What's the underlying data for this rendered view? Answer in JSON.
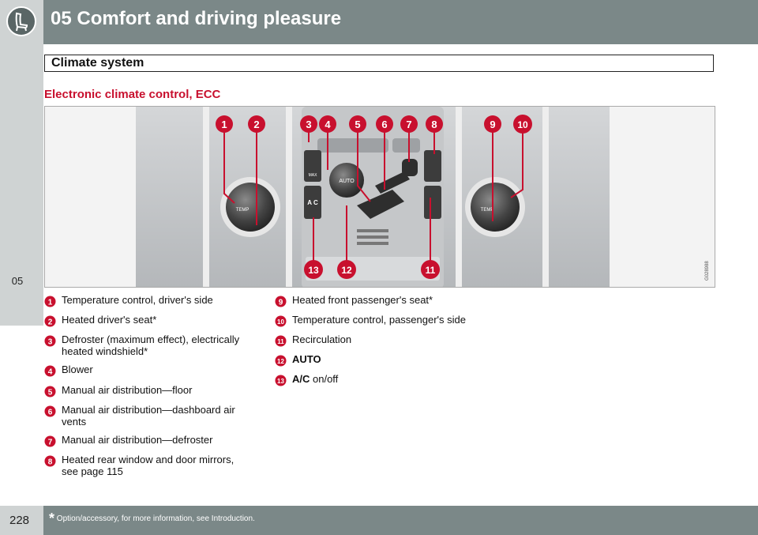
{
  "header": {
    "chapter_title": "05 Comfort and driving pleasure",
    "icon": "seat-icon"
  },
  "sidebar": {
    "chapter_number": "05"
  },
  "section": {
    "title": "Climate system"
  },
  "subheading": "Electronic climate control, ECC",
  "figure": {
    "callouts": [
      "1",
      "2",
      "3",
      "4",
      "5",
      "6",
      "7",
      "8",
      "9",
      "10",
      "11",
      "12",
      "13"
    ],
    "panel_labels": {
      "auto": "AUTO",
      "ac": "A C",
      "temp_left": "TEMP",
      "temp_right": "TEMP",
      "max": "MAX"
    },
    "figure_code": "G028988"
  },
  "legend": [
    {
      "num": "1",
      "text": "Temperature control, driver's side"
    },
    {
      "num": "2",
      "text": "Heated driver's seat*"
    },
    {
      "num": "3",
      "text": "Defroster (maximum effect), electrically heated windshield*"
    },
    {
      "num": "4",
      "text": "Blower"
    },
    {
      "num": "5",
      "text": "Manual air distribution—floor"
    },
    {
      "num": "6",
      "text": "Manual air distribution—dashboard air vents"
    },
    {
      "num": "7",
      "text": "Manual air distribution—defroster"
    },
    {
      "num": "8",
      "text": "Heated rear window and door mirrors, see page 115"
    },
    {
      "num": "9",
      "text": "Heated front passenger's seat*"
    },
    {
      "num": "10",
      "text": "Temperature control, passenger's side"
    },
    {
      "num": "11",
      "text": "Recirculation"
    },
    {
      "num": "12",
      "bold": "AUTO",
      "text": ""
    },
    {
      "num": "13",
      "bold": "A/C",
      "text": " on/off"
    }
  ],
  "footer": {
    "page_number": "228",
    "star": "*",
    "footnote": "Option/accessory, for more information, see Introduction."
  },
  "colors": {
    "header_bg": "#7b8888",
    "sidebar_bg": "#cfd3d3",
    "accent_red": "#c8102e"
  }
}
